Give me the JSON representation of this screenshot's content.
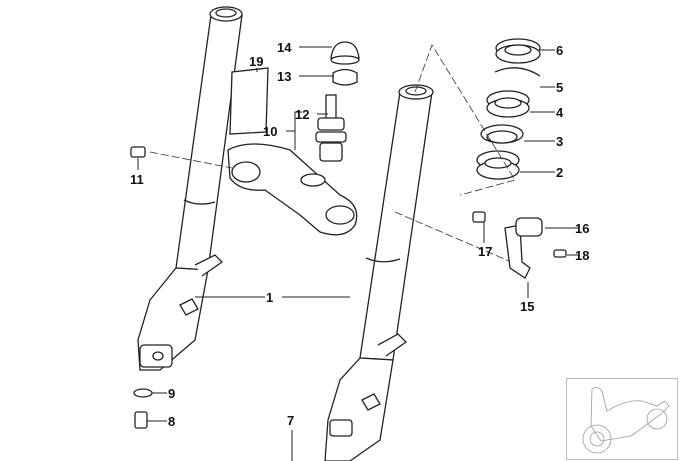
{
  "diagram": {
    "title": "Front fork parts diagram",
    "callouts": [
      {
        "id": "1",
        "label": "1"
      },
      {
        "id": "2",
        "label": "2"
      },
      {
        "id": "3",
        "label": "3"
      },
      {
        "id": "4",
        "label": "4"
      },
      {
        "id": "5",
        "label": "5"
      },
      {
        "id": "6",
        "label": "6"
      },
      {
        "id": "7",
        "label": "7"
      },
      {
        "id": "8",
        "label": "8"
      },
      {
        "id": "9",
        "label": "9"
      },
      {
        "id": "10",
        "label": "10"
      },
      {
        "id": "11",
        "label": "11"
      },
      {
        "id": "12",
        "label": "12"
      },
      {
        "id": "13",
        "label": "13"
      },
      {
        "id": "14",
        "label": "14"
      },
      {
        "id": "15",
        "label": "15"
      },
      {
        "id": "16",
        "label": "16"
      },
      {
        "id": "17",
        "label": "17"
      },
      {
        "id": "18",
        "label": "18"
      },
      {
        "id": "19",
        "label": "19"
      }
    ]
  }
}
